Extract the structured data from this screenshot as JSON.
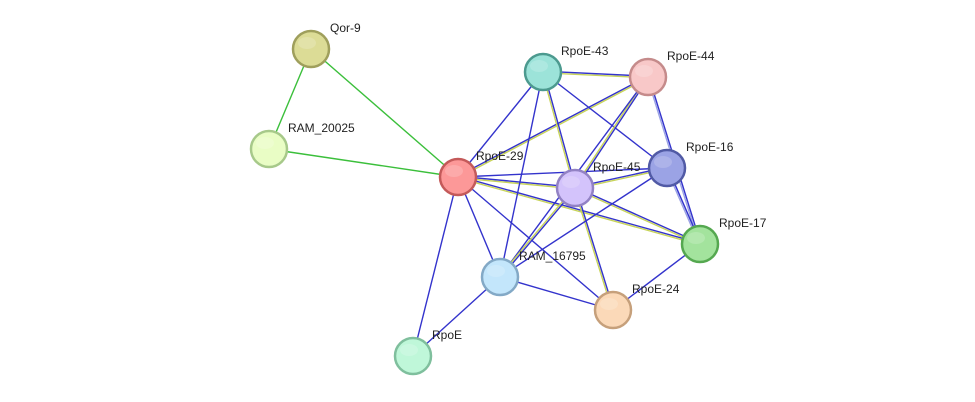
{
  "network": {
    "nodes": [
      {
        "id": "qor9",
        "label": "Qor-9",
        "fill": "#dcdc96",
        "stroke": "#9f9f5c"
      },
      {
        "id": "ram20025",
        "label": "RAM_20025",
        "fill": "#e9fdc5",
        "stroke": "#a7c98a"
      },
      {
        "id": "rpoe29",
        "label": "RpoE-29",
        "fill": "#fc9898",
        "stroke": "#c45a5a"
      },
      {
        "id": "rpoe43",
        "label": "RpoE-43",
        "fill": "#9ce3d9",
        "stroke": "#4c9a8f"
      },
      {
        "id": "rpoe44",
        "label": "RpoE-44",
        "fill": "#f8c8c8",
        "stroke": "#c58b8b"
      },
      {
        "id": "rpoe45",
        "label": "RpoE-45",
        "fill": "#d3c3fb",
        "stroke": "#9282c4"
      },
      {
        "id": "rpoe16",
        "label": "RpoE-16",
        "fill": "#9ba3e5",
        "stroke": "#515aa5"
      },
      {
        "id": "rpoe17",
        "label": "RpoE-17",
        "fill": "#a3e39d",
        "stroke": "#55a850"
      },
      {
        "id": "ram16795",
        "label": "RAM_16795",
        "fill": "#c3e6fb",
        "stroke": "#83a9c6"
      },
      {
        "id": "rpoe24",
        "label": "RpoE-24",
        "fill": "#fbd9b8",
        "stroke": "#c6a07b"
      },
      {
        "id": "rpoe",
        "label": "RpoE",
        "fill": "#bff7d9",
        "stroke": "#7fbf9d"
      }
    ],
    "edges": [
      {
        "from": "qor9",
        "to": "ram20025",
        "colors": [
          "#3bbf3b"
        ]
      },
      {
        "from": "qor9",
        "to": "rpoe29",
        "colors": [
          "#3bbf3b"
        ]
      },
      {
        "from": "ram20025",
        "to": "rpoe29",
        "colors": [
          "#3bbf3b"
        ]
      },
      {
        "from": "rpoe29",
        "to": "rpoe43",
        "colors": [
          "#3333cc"
        ]
      },
      {
        "from": "rpoe29",
        "to": "rpoe44",
        "colors": [
          "#3333cc",
          "#c8d45a"
        ]
      },
      {
        "from": "rpoe29",
        "to": "rpoe45",
        "colors": [
          "#3333cc",
          "#c8d45a"
        ]
      },
      {
        "from": "rpoe29",
        "to": "rpoe16",
        "colors": [
          "#3333cc"
        ]
      },
      {
        "from": "rpoe29",
        "to": "rpoe17",
        "colors": [
          "#3333cc",
          "#c8d45a"
        ]
      },
      {
        "from": "rpoe29",
        "to": "ram16795",
        "colors": [
          "#3333cc"
        ]
      },
      {
        "from": "rpoe29",
        "to": "rpoe24",
        "colors": [
          "#3333cc"
        ]
      },
      {
        "from": "rpoe29",
        "to": "rpoe",
        "colors": [
          "#3333cc"
        ]
      },
      {
        "from": "rpoe43",
        "to": "rpoe44",
        "colors": [
          "#3333cc",
          "#c8d45a"
        ]
      },
      {
        "from": "rpoe43",
        "to": "rpoe45",
        "colors": [
          "#3333cc",
          "#c8d45a"
        ]
      },
      {
        "from": "rpoe43",
        "to": "rpoe16",
        "colors": [
          "#3333cc"
        ]
      },
      {
        "from": "rpoe43",
        "to": "ram16795",
        "colors": [
          "#3333cc"
        ]
      },
      {
        "from": "rpoe44",
        "to": "rpoe45",
        "colors": [
          "#3333cc",
          "#c8d45a"
        ]
      },
      {
        "from": "rpoe44",
        "to": "rpoe17",
        "colors": [
          "#3333cc",
          "#9ba3e5"
        ]
      },
      {
        "from": "rpoe44",
        "to": "ram16795",
        "colors": [
          "#3333cc"
        ]
      },
      {
        "from": "rpoe45",
        "to": "rpoe16",
        "colors": [
          "#3333cc",
          "#c8d45a"
        ]
      },
      {
        "from": "rpoe45",
        "to": "rpoe17",
        "colors": [
          "#3333cc",
          "#c8d45a"
        ]
      },
      {
        "from": "rpoe45",
        "to": "ram16795",
        "colors": [
          "#3333cc",
          "#c8d45a"
        ]
      },
      {
        "from": "rpoe45",
        "to": "rpoe24",
        "colors": [
          "#3333cc",
          "#c8d45a"
        ]
      },
      {
        "from": "rpoe16",
        "to": "rpoe17",
        "colors": [
          "#3333cc",
          "#9ba3e5"
        ]
      },
      {
        "from": "rpoe16",
        "to": "ram16795",
        "colors": [
          "#3333cc"
        ]
      },
      {
        "from": "rpoe17",
        "to": "rpoe24",
        "colors": [
          "#3333cc"
        ]
      },
      {
        "from": "ram16795",
        "to": "rpoe24",
        "colors": [
          "#3333cc"
        ]
      },
      {
        "from": "ram16795",
        "to": "rpoe",
        "colors": [
          "#3333cc"
        ]
      }
    ]
  }
}
